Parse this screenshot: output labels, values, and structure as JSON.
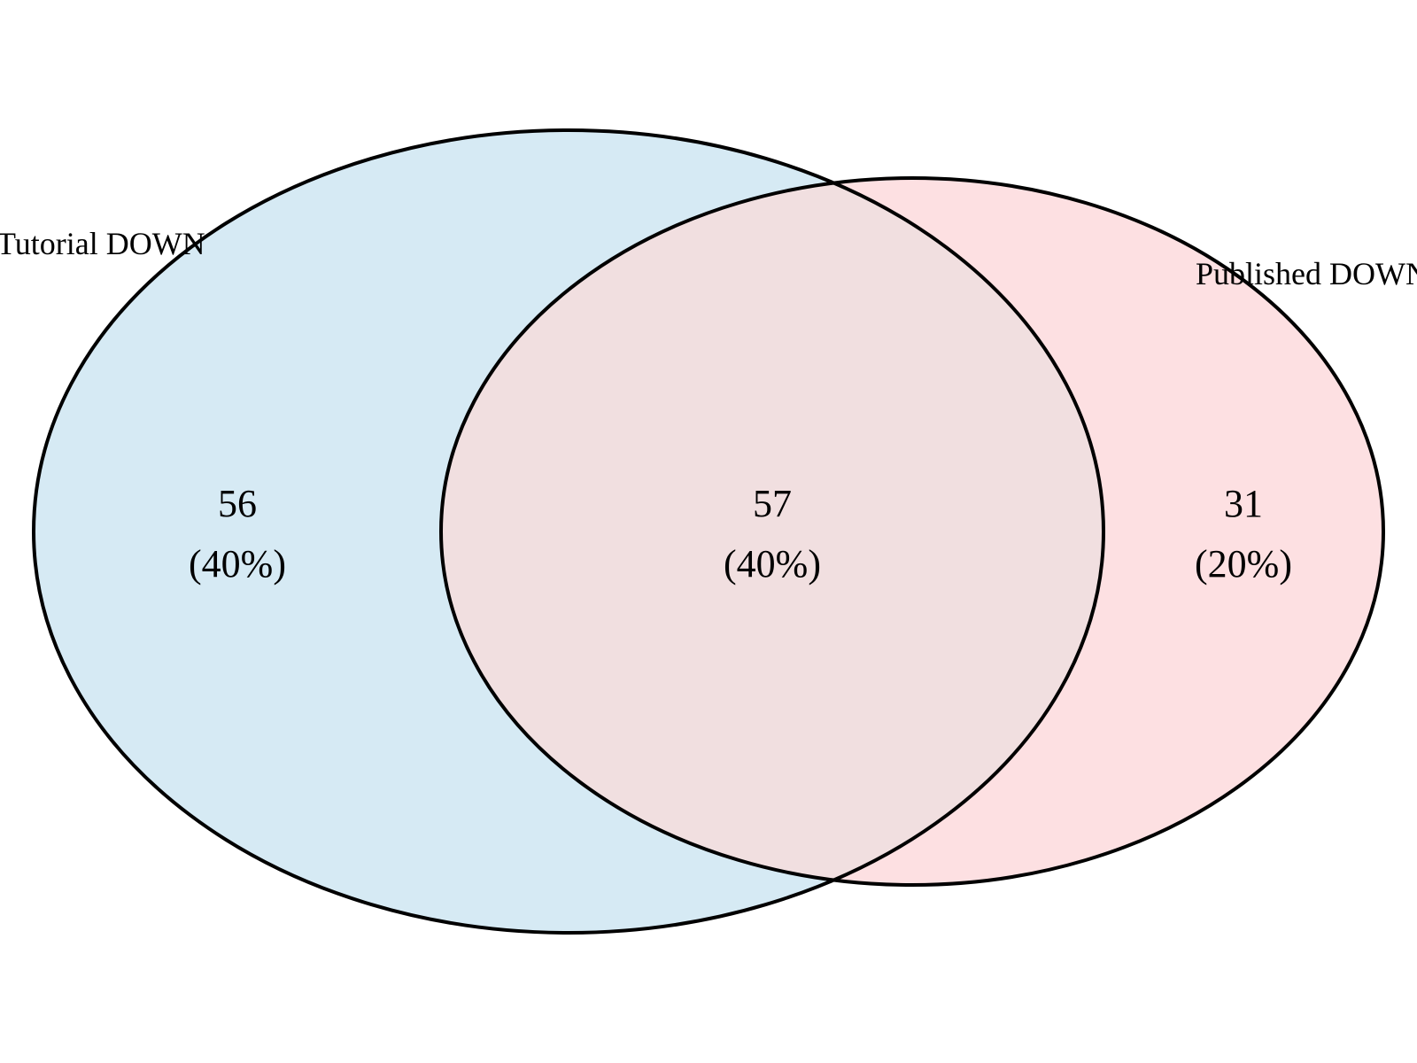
{
  "chart_data": {
    "type": "venn",
    "sets": [
      {
        "name": "Tutorial DOWN",
        "fill_color": "#d6eaf4",
        "stroke_color": "#000000"
      },
      {
        "name": "Published DOWN",
        "fill_color": "#fde0e2",
        "stroke_color": "#000000"
      }
    ],
    "overlap_fill_color": "#f1dfe0",
    "regions": [
      {
        "id": "tutorial-only",
        "sets": [
          "Tutorial DOWN"
        ],
        "count": "56",
        "percent": "(40%)"
      },
      {
        "id": "intersection",
        "sets": [
          "Tutorial DOWN",
          "Published DOWN"
        ],
        "count": "57",
        "percent": "(40%)"
      },
      {
        "id": "published-only",
        "sets": [
          "Published DOWN"
        ],
        "count": "31",
        "percent": "(20%)"
      }
    ]
  }
}
